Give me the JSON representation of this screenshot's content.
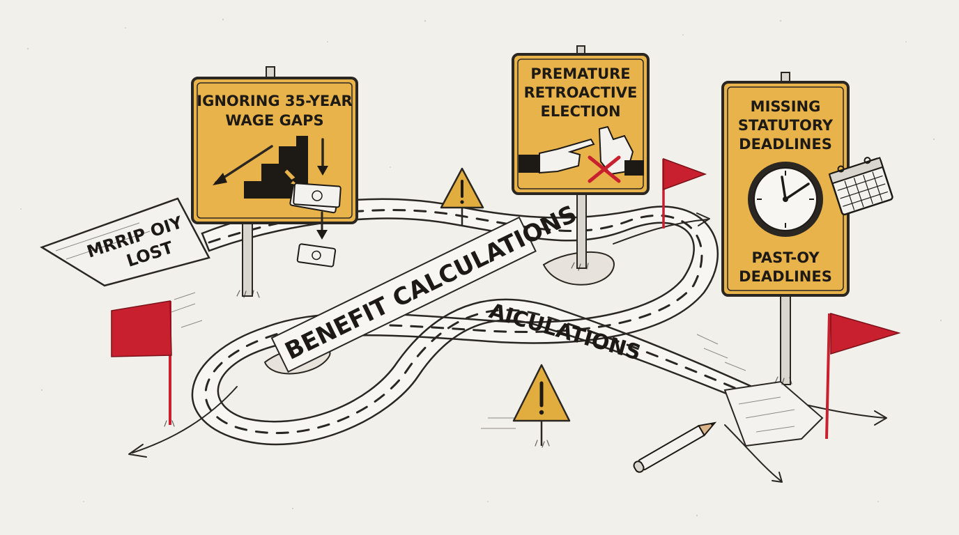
{
  "signs": {
    "wage_gaps": {
      "line1": "IGNORING 35-YEAR",
      "line2": "WAGE GAPS"
    },
    "retroactive": {
      "line1": "PREMATURE",
      "line2": "RETROACTIVE",
      "line3": "ELECTION"
    },
    "deadlines": {
      "line1": "MISSING",
      "line2": "STATUTORY",
      "line3": "DEADLINES",
      "line4": "PAST-OY",
      "line5": "DEADLINES"
    }
  },
  "paper_sign": {
    "line1": "MRRIP OIY",
    "line2": "LOST"
  },
  "road_labels": {
    "main": "BENEFIT CALCULATIONS",
    "secondary": "AICULATIONS"
  },
  "icons": [
    "staircase-icon",
    "money-icon",
    "pointing-hand-icon",
    "stop-hand-icon",
    "red-x-icon",
    "clock-icon",
    "calendar-icon",
    "warning-icon",
    "red-flag-icon",
    "pencil-icon"
  ],
  "colors": {
    "sign_yellow": "#e8b34a",
    "flag_red": "#c8202f",
    "paper": "#f2f0eb",
    "ink": "#2a2622"
  }
}
